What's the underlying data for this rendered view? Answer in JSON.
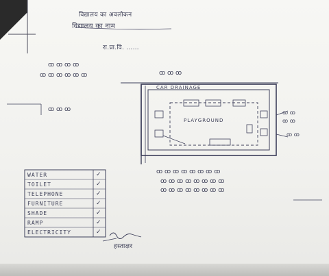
{
  "document": {
    "header": {
      "line1": "विद्यालय का अवलोकन",
      "line2": "विद्यालय का नाम",
      "line3": "रा.प्रा.वि. ……"
    },
    "plan": {
      "boundary_label": "CAR DRAINAGE",
      "room_label": "PLAYGROUND"
    },
    "facilities_checklist": [
      {
        "label": "WATER",
        "mark": "✓"
      },
      {
        "label": "TOILET",
        "mark": "✓"
      },
      {
        "label": "TELEPHONE",
        "mark": "✓"
      },
      {
        "label": "FURNITURE",
        "mark": "✓"
      },
      {
        "label": "SHADE",
        "mark": "✓"
      },
      {
        "label": "RAMP",
        "mark": "✓"
      },
      {
        "label": "ELECTRICITY",
        "mark": "✓"
      }
    ],
    "signature": "हस्ताक्षर"
  }
}
